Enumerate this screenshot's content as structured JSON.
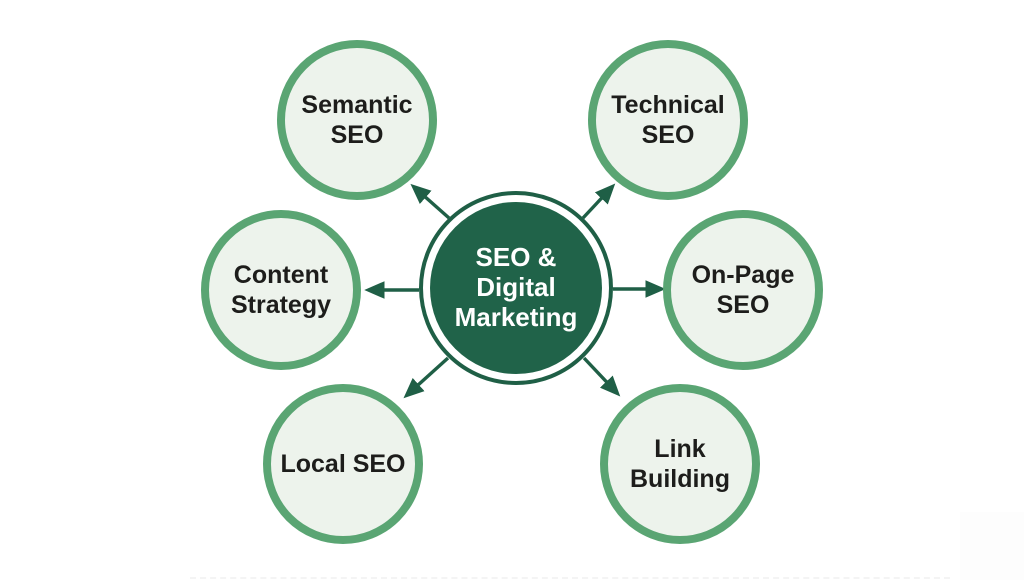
{
  "center": {
    "label": "SEO & Digital Marketing"
  },
  "nodes": [
    {
      "id": "semantic-seo",
      "label": "Semantic SEO"
    },
    {
      "id": "technical-seo",
      "label": "Technical SEO"
    },
    {
      "id": "content-strategy",
      "label": "Content Strategy"
    },
    {
      "id": "on-page-seo",
      "label": "On-Page SEO"
    },
    {
      "id": "local-seo",
      "label": "Local SEO"
    },
    {
      "id": "link-building",
      "label": "Link Building"
    }
  ],
  "colors": {
    "background": "#ffffff",
    "center_fill": "#206349",
    "center_ring": "#1f5f46",
    "center_text": "#ffffff",
    "arrow": "#1f5f46",
    "satellite_border": "#5aa573",
    "satellite_fill": "#edf3ec",
    "satellite_text": "#1d1d1b"
  }
}
